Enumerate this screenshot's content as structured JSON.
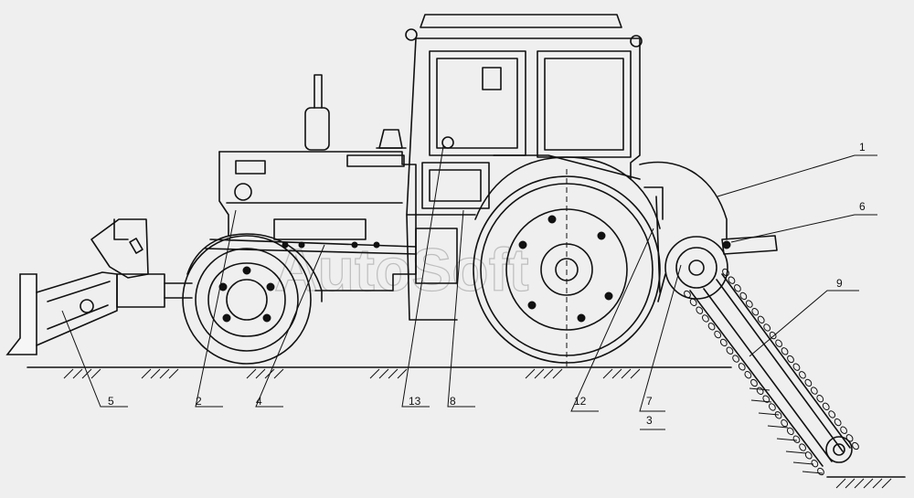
{
  "watermark": "AutoSoft",
  "callouts": [
    "1",
    "6",
    "9",
    "7",
    "3",
    "12",
    "8",
    "13",
    "4",
    "2",
    "5"
  ]
}
